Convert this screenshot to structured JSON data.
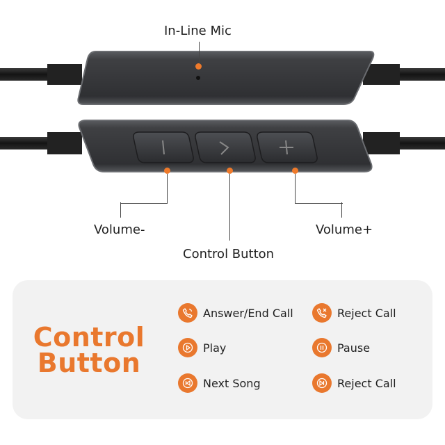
{
  "labels": {
    "mic": "In-Line Mic",
    "volume_minus": "Volume-",
    "control_button": "Control Button",
    "volume_plus": "Volume+"
  },
  "panel": {
    "title_line1": "Control",
    "title_line2": "Button",
    "functions": [
      {
        "label": "Answer/End Call",
        "icon": "phone-icon"
      },
      {
        "label": "Reject Call",
        "icon": "phone-reject-icon"
      },
      {
        "label": "Play",
        "icon": "play-icon"
      },
      {
        "label": "Pause",
        "icon": "pause-icon"
      },
      {
        "label": "Next Song",
        "icon": "previous-track-icon"
      },
      {
        "label": "Reject Call",
        "icon": "next-track-icon"
      }
    ]
  },
  "colors": {
    "accent": "#e9782e",
    "remote_body": "#3a3b3d",
    "cable": "#1c1c1c",
    "panel_bg": "#f2f2f2"
  }
}
